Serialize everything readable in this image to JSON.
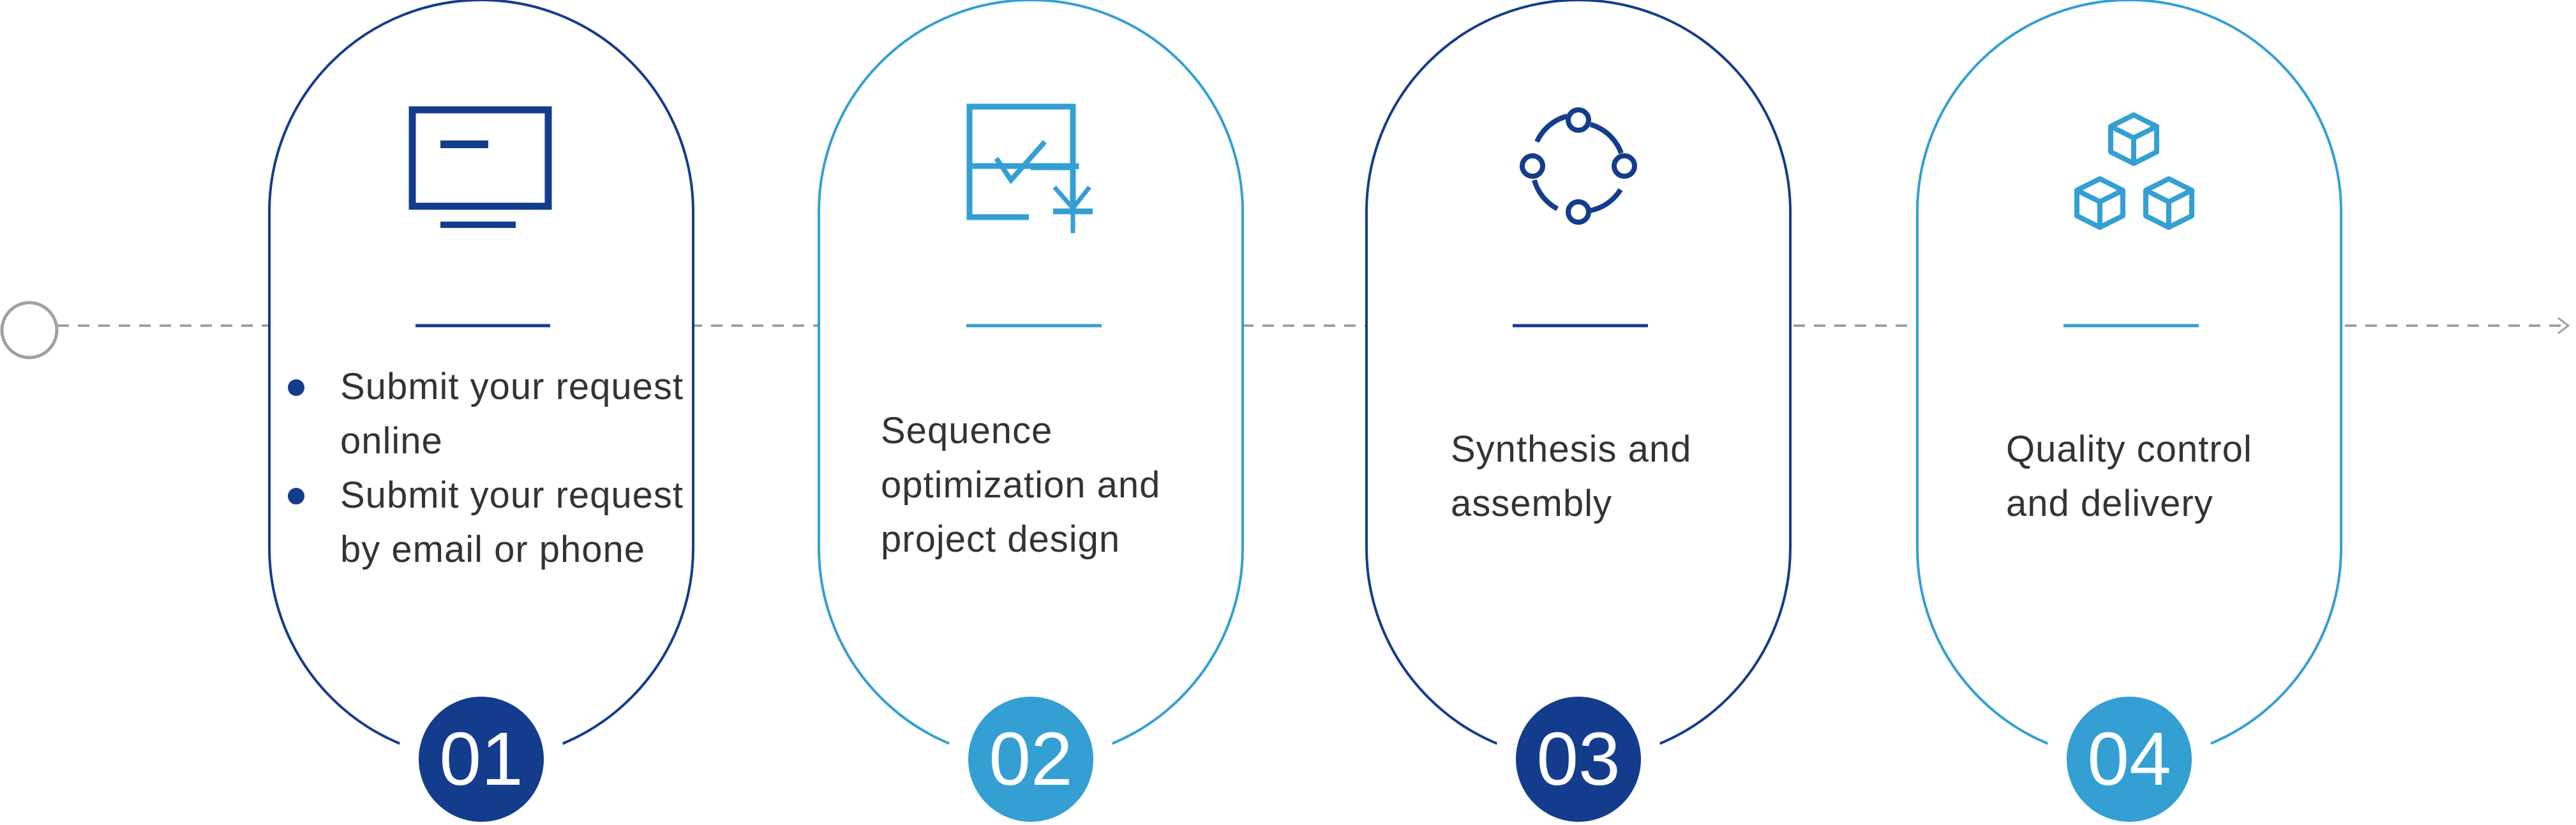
{
  "colors": {
    "dark": "#143c8c",
    "light": "#339fd3",
    "line": "#a0a0a0"
  },
  "steps": [
    {
      "number": "01",
      "icon": "monitor-icon",
      "color": "dark",
      "items": [
        "Submit your request online",
        "Submit your request by email or phone"
      ]
    },
    {
      "number": "02",
      "icon": "checklist-yen-icon",
      "color": "light",
      "text": [
        "Sequence",
        "optimization and",
        "project design"
      ]
    },
    {
      "number": "03",
      "icon": "cycle-nodes-icon",
      "color": "dark",
      "text": [
        "Synthesis and",
        "assembly"
      ]
    },
    {
      "number": "04",
      "icon": "cubes-icon",
      "color": "light",
      "text": [
        "Quality control",
        "and delivery"
      ]
    }
  ]
}
